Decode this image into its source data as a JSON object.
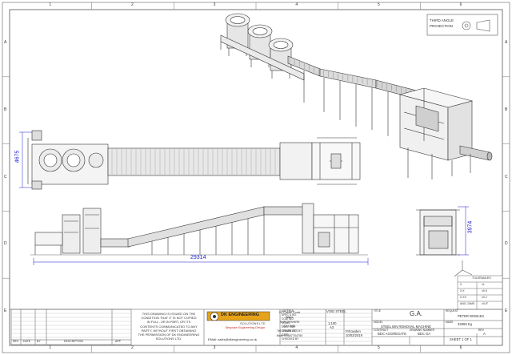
{
  "grid": {
    "columns": [
      "1",
      "2",
      "3",
      "4",
      "5",
      "6"
    ],
    "rows": [
      "A",
      "B",
      "C",
      "D",
      "E"
    ]
  },
  "projection": {
    "label_line1": "THIRD ANGLE",
    "label_line2": "PROJECTION"
  },
  "dimensions": {
    "width_top": "4675",
    "width_end": "3974",
    "overall_length": "29314"
  },
  "tolerances": {
    "title": "TOLERANCES",
    "rows": [
      {
        "a": "X",
        "b": "±1"
      },
      {
        "a": "X.X",
        "b": "±0.5"
      },
      {
        "a": "X.XX",
        "b": "±0.2"
      },
      {
        "a": "ANG. DIMS",
        "b": "±0.5°"
      }
    ]
  },
  "revision_table": {
    "headers": [
      "REV",
      "DATE",
      "BY",
      "DESCRIPTION",
      "APP"
    ]
  },
  "notice": {
    "lines": [
      "THIS DRAWING IS ISSUED ON THE",
      "CONDITION THAT IT IS NOT COPIED",
      "IN FULL, OR IN PART, OR ITS",
      "CONTENTS COMMUNICATED TO ANY",
      "PARTY, WITHOUT FIRST OBTAINING",
      "THE PERMISSION OF DK ENGINEERING",
      "SOLUTIONS LTD."
    ]
  },
  "company": {
    "logo_text": "DK ENGINEERING",
    "logo_sub": "SOLUTIONS LTD",
    "tagline": "Bespoke Engineering Design",
    "email": "EMail: sales@dkengineering.co.uk",
    "address": [
      "20 Castle Court",
      "Walm,",
      "SHROPSHIRE",
      "SY4 5UL"
    ],
    "tel": "Tel: 01939 232247",
    "mob": "Mob: 07887754750"
  },
  "title_block": {
    "labels": {
      "material": "MATERIAL",
      "spec": "SPEC & NO.",
      "coating": "COATING",
      "scale": "SCALE",
      "dwg_size": "DWG. SIZE",
      "drawn_by": "DRAWN BY",
      "date": "DATE",
      "checked_by": "CHECKED BY",
      "title": "TITLE",
      "model": "MODEL",
      "contract": "CONTRACT",
      "drawing_number": "DRAWING NUMBER",
      "request": "REQUEST",
      "mass": "MASS",
      "rev": "REV"
    },
    "values": {
      "material_value": "VOID STEEL",
      "scale_value": "1:100",
      "dwg_size_value": "A3",
      "drawn_by_value": "P.Rowden",
      "date_value": "10/03/2019",
      "title_value": "G.A.",
      "model_value": "STEEL BIN REMOVAL MACHINE",
      "contract_value": "BDC AGGREGATE",
      "drawing_number_value": "BDC GA",
      "request_value": "PETER BOWLES",
      "mass_value": "32858 Kg",
      "rev_value": "A",
      "sheet": "SHEET 1 OF 1"
    }
  }
}
